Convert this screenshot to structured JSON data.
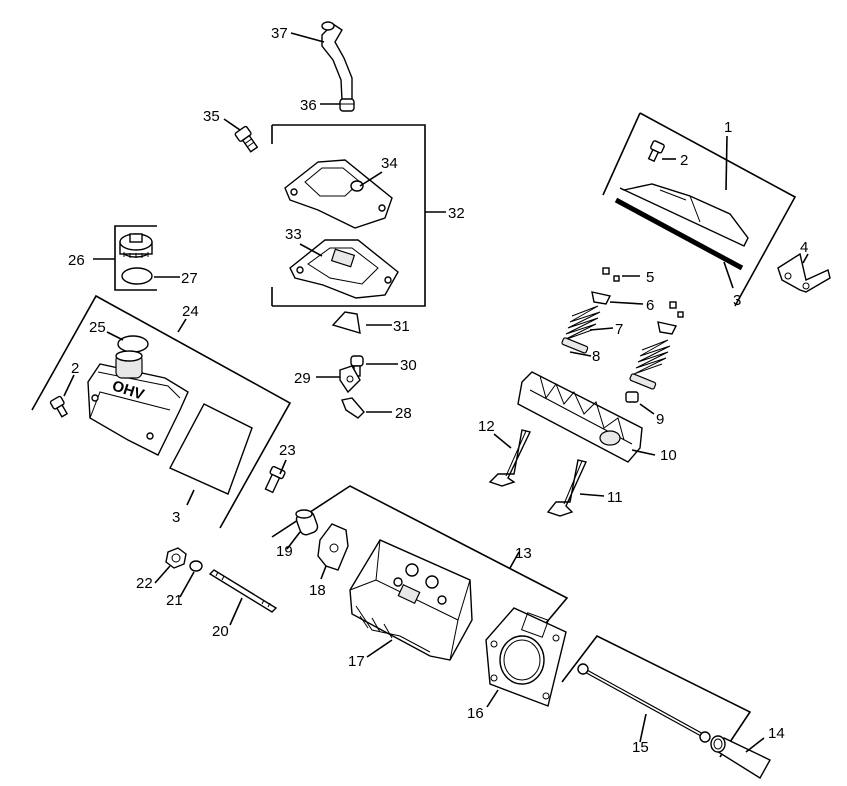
{
  "callouts": {
    "c1": "1",
    "c2a": "2",
    "c2b": "2",
    "c3a": "3",
    "c3b": "3",
    "c4": "4",
    "c5": "5",
    "c6": "6",
    "c7": "7",
    "c8": "8",
    "c9": "9",
    "c10": "10",
    "c11": "11",
    "c12": "12",
    "c13": "13",
    "c14": "14",
    "c15": "15",
    "c16": "16",
    "c17": "17",
    "c18": "18",
    "c19": "19",
    "c20": "20",
    "c21": "21",
    "c22": "22",
    "c23": "23",
    "c24": "24",
    "c25": "25",
    "c26": "26",
    "c27": "27",
    "c28": "28",
    "c29": "29",
    "c30": "30",
    "c31": "31",
    "c32": "32",
    "c33": "33",
    "c34": "34",
    "c35": "35",
    "c36": "36",
    "c37": "37"
  },
  "cover_text": "OHV"
}
